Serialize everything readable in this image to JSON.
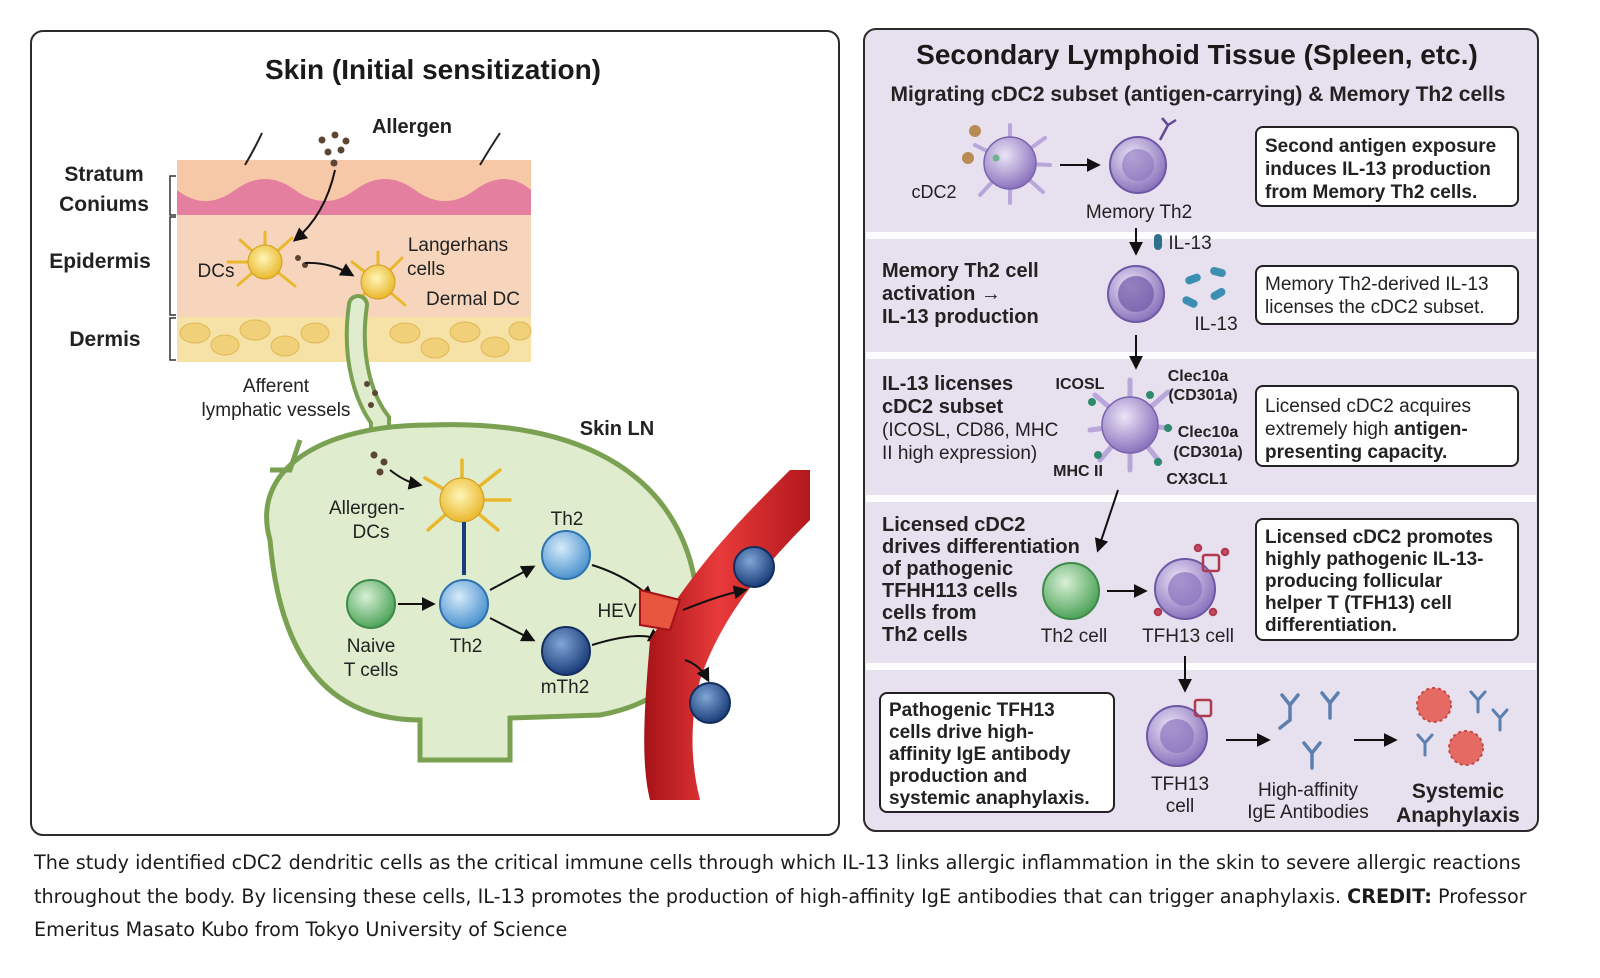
{
  "left_panel": {
    "title": "Skin (Initial sensitization)",
    "allergen": "Allergen",
    "layers": {
      "stratum_1": "Stratum",
      "stratum_2": "Coniums",
      "epidermis": "Epidermis",
      "dermis": "Dermis"
    },
    "dcs": "DCs",
    "langerhans_1": "Langerhans",
    "langerhans_2": "cells",
    "dermal_dc": "Dermal DC",
    "afferent_1": "Afferent",
    "afferent_2": "lymphatic vessels",
    "skin_ln": "Skin LN",
    "allergen_dcs_1": "Allergen-",
    "allergen_dcs_2": "DCs",
    "naive_1": "Naive",
    "naive_2": "T cells",
    "th2_mid": "Th2",
    "th2_top": "Th2",
    "mth2": "mTh2",
    "hev": "HEV"
  },
  "right_panel": {
    "title": "Secondary Lymphoid Tissue (Spleen, etc.)",
    "subtitle": "Migrating cDC2 subset (antigen-carrying) & Memory Th2 cells",
    "row1": {
      "cdc2": "cDC2",
      "memory_th2": "Memory Th2",
      "box": [
        "Second antigen exposure",
        "induces IL-13 production",
        "from Memory Th2 cells."
      ],
      "il13_arrow": "IL-13"
    },
    "row2": {
      "heading": [
        "Memory Th2 cell",
        "activation →",
        "IL-13 production"
      ],
      "il13": "IL-13",
      "box": [
        "Memory Th2-derived IL-13",
        "licenses the cDC2 subset."
      ]
    },
    "row3": {
      "heading": [
        "IL-13 licenses",
        "cDC2 subset"
      ],
      "detail": [
        "(ICOSL, CD86, MHC",
        "II high expression)"
      ],
      "icosl": "ICOSL",
      "clec_top": [
        "Clec10a",
        "(CD301a)"
      ],
      "clec_mid": [
        "Clec10a",
        "(CD301a)"
      ],
      "mhc": "MHC II",
      "cx3cl1": "CX3CL1",
      "box_plain": [
        "Licensed cDC2 acquires",
        "extremely high "
      ],
      "box_bold_1": "antigen-",
      "box_bold_2": "presenting capacity."
    },
    "row4": {
      "heading": [
        "Licensed cDC2",
        "drives differentiation",
        "of pathogenic",
        "TFHH113 cells",
        "cells from",
        "Th2 cells"
      ],
      "th2_cell": "Th2 cell",
      "tfh13_cell": "TFH13 cell",
      "box": [
        "Licensed cDC2 promotes",
        "highly pathogenic IL-13-",
        "producing follicular",
        "helper T (TFH13) cell",
        "differentiation."
      ]
    },
    "row5": {
      "box": [
        "Pathogenic TFH13",
        "cells drive high-",
        "affinity IgE antibody",
        "production and",
        "systemic anaphylaxis."
      ],
      "tfh13": [
        "TFH13",
        "cell"
      ],
      "ige": [
        "High-affinity",
        "IgE Antibodies"
      ],
      "anaphylaxis": [
        "Systemic",
        "Anaphylaxis"
      ]
    }
  },
  "caption": {
    "text": "The study identified cDC2 dendritic cells as the critical immune cells through which IL-13 links allergic inflammation in the skin to severe allergic reactions throughout the body. By licensing these cells, IL-13 promotes the production of high-affinity IgE antibodies that can trigger anaphylaxis. ",
    "credit_label": "CREDIT:",
    "credit_text": " Professor Emeritus Masato Kubo from Tokyo University of Science"
  },
  "colors": {
    "right_bg": "#e7e0ef",
    "ln_green": "#dfeccd",
    "vessel_red": "#d8262a",
    "cdc2_purple": "#b9a7d9"
  }
}
